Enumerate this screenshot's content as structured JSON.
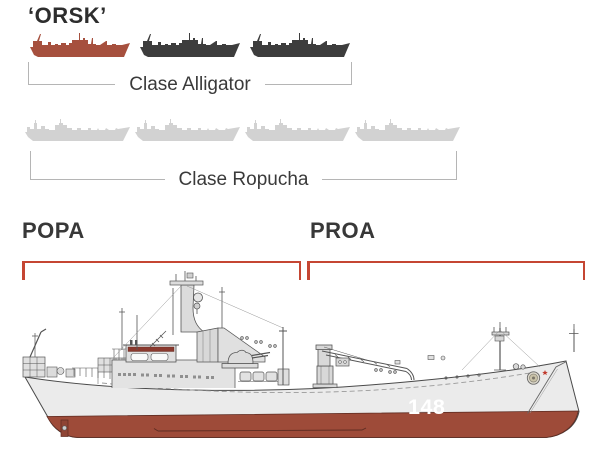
{
  "title": "‘ORSK’",
  "fleet": {
    "alligator": {
      "label": "Clase Alligator",
      "ship_count": 3,
      "highlighted_color": "#a6503e",
      "silhouette_color": "#3d3d3d"
    },
    "ropucha": {
      "label": "Clase Ropucha",
      "ship_count": 4,
      "silhouette_color": "#d2d2d2"
    },
    "bracket_color": "#b5b5b5"
  },
  "ship": {
    "stern_label": "POPA",
    "bow_label": "PROA",
    "hull_number": "148",
    "label_bracket_color": "#c54633",
    "hull_color": "#ebebeb",
    "underwater_color": "#9e4b39",
    "cabin_stripe_color": "#8a392e"
  }
}
